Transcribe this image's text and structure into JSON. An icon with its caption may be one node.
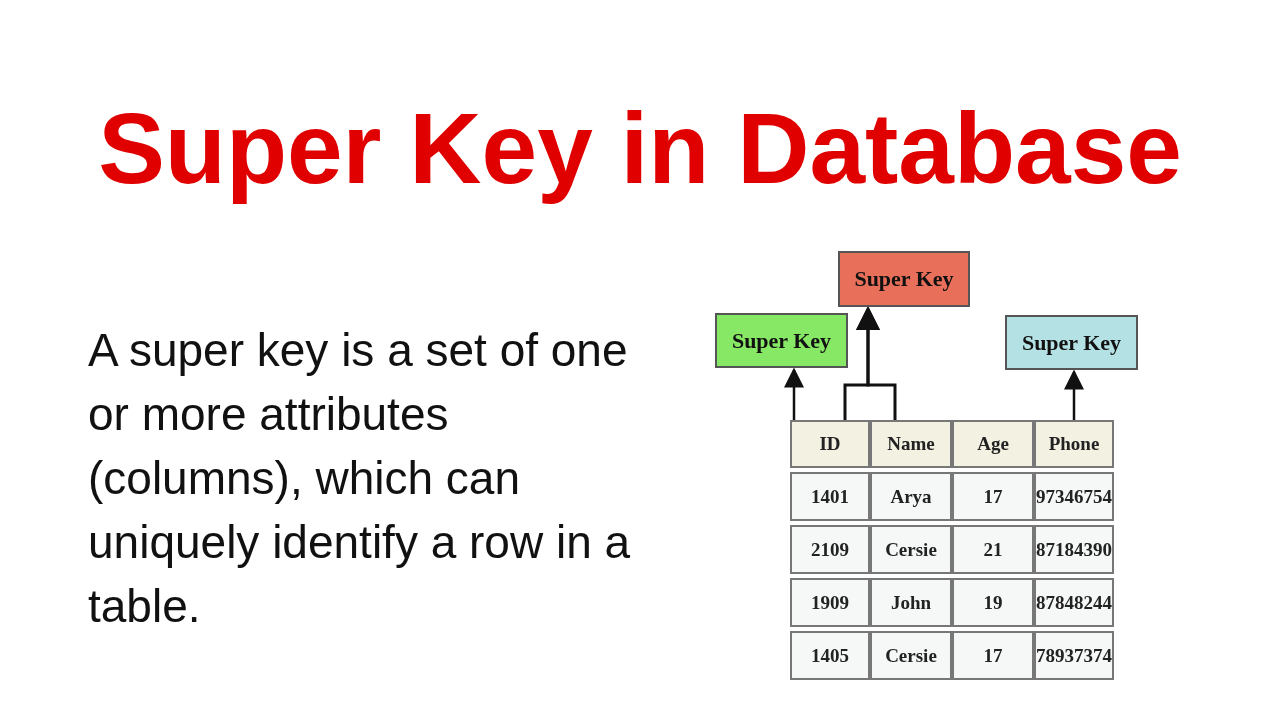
{
  "diagram": {
    "title": "Super Key in Database",
    "nodes": [
      {
        "text": [
          "Super Key"
        ]
      },
      {
        "text": [
          "Super Key"
        ]
      },
      {
        "text": [
          "Super Key"
        ]
      },
      {
        "text": [
          "ID"
        ]
      },
      {
        "text": [
          "Name"
        ]
      },
      {
        "text": [
          "Age"
        ]
      },
      {
        "text": [
          "Phone"
        ]
      }
    ],
    "edges": [
      {
        "from": 3,
        "to": 1,
        "arrow": "to"
      },
      {
        "from": 3,
        "to": 0,
        "arrow": "to"
      },
      {
        "from": 4,
        "to": 0,
        "arrow": "to"
      },
      {
        "from": 6,
        "to": 2,
        "arrow": "to"
      }
    ],
    "labels": [
      "A super key is a set of one or more attributes (columns), which can uniquely identify a row in a table.",
      "1401",
      "Arya",
      "17",
      "97346754",
      "2109",
      "Cersie",
      "21",
      "87184390",
      "1909",
      "John",
      "19",
      "87848244",
      "1405",
      "Cersie",
      "17",
      "78937374"
    ]
  }
}
